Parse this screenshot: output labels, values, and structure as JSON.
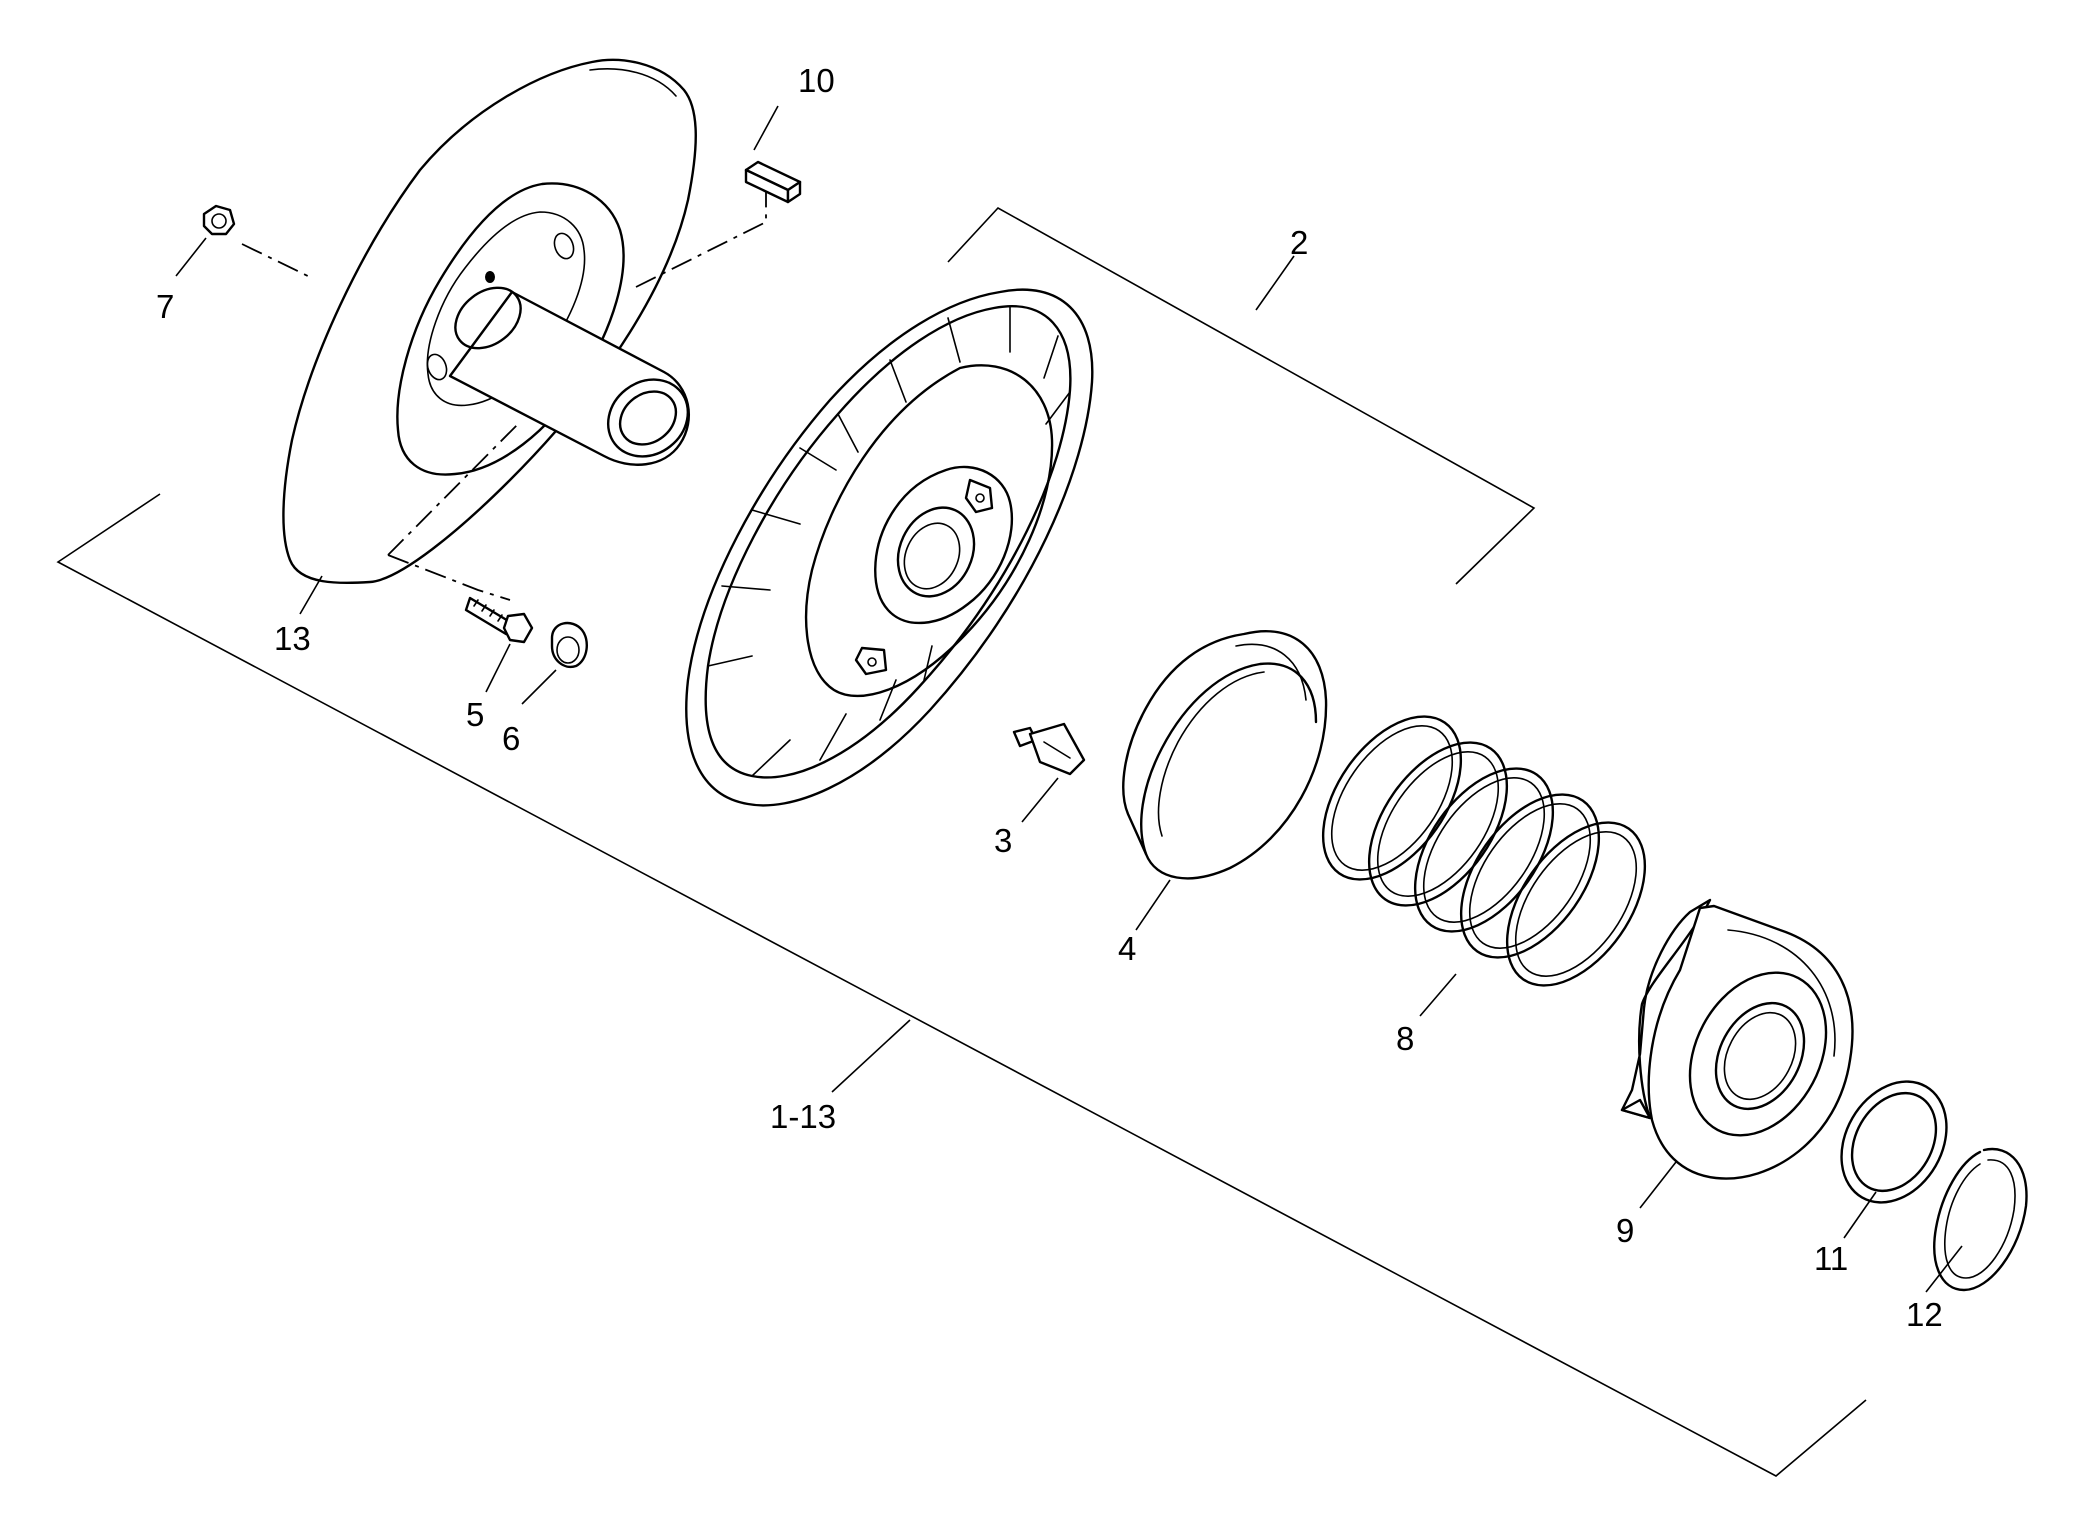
{
  "callouts": {
    "c1_13": "1-13",
    "c2": "2",
    "c3": "3",
    "c4": "4",
    "c5": "5",
    "c6": "6",
    "c7": "7",
    "c8": "8",
    "c9": "9",
    "c10": "10",
    "c11": "11",
    "c12": "12",
    "c13": "13"
  }
}
